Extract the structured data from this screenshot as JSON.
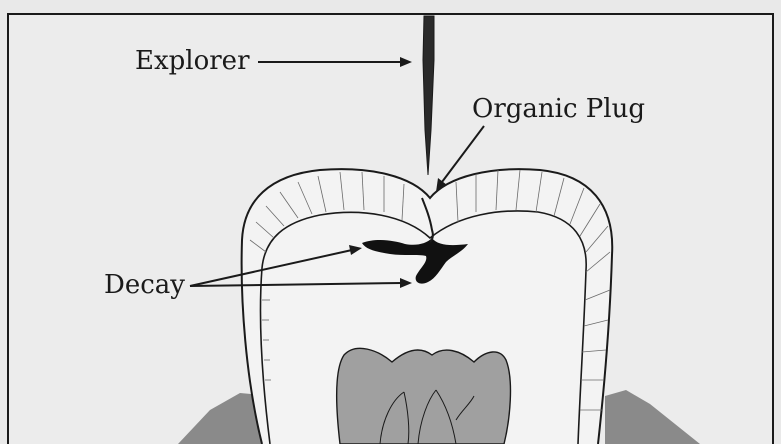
{
  "labels": {
    "explorer": "Explorer",
    "organic_plug": "Organic Plug",
    "decay": "Decay"
  },
  "colors": {
    "background": "#e9e9e9",
    "frame": "#1a1a1a",
    "ink": "#1a1a1a",
    "enamel_fill": "#f2f2f2",
    "pulp_fill": "#9a9a9a",
    "gum_fill": "#8c8c8c"
  }
}
